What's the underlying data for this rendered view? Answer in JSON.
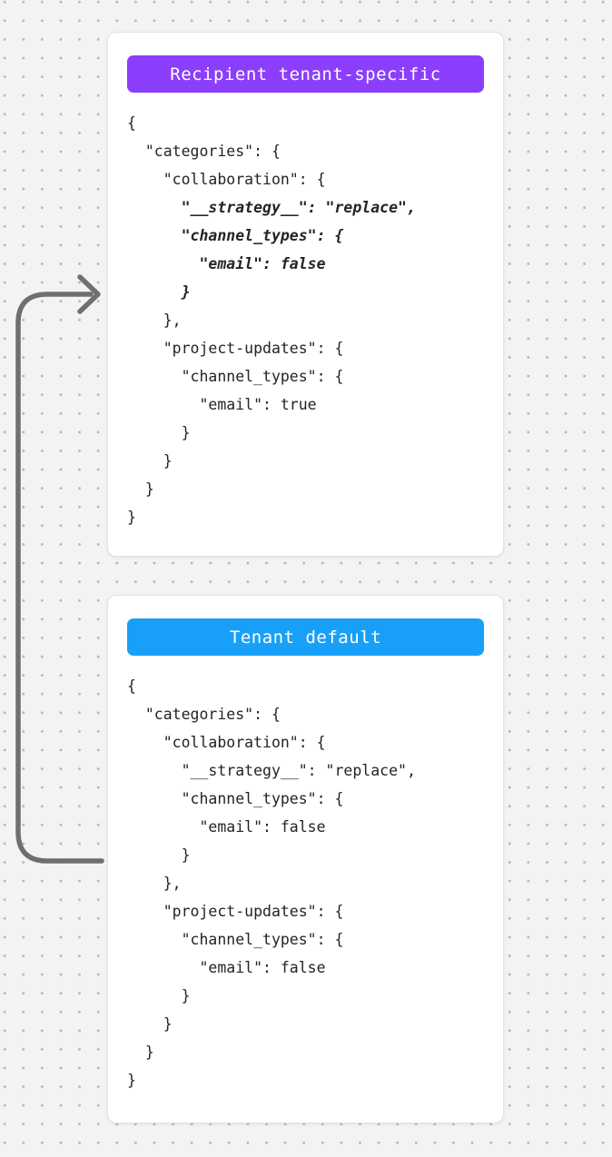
{
  "canvas": {
    "background_color": "#f3f3f3",
    "dot_color": "#b3b3b3"
  },
  "arrow": {
    "description": "curved arrow from tenant-default card pointing into recipient-tenant-specific card",
    "color": "#6f6f6f"
  },
  "cards": [
    {
      "badge": {
        "label": "Recipient tenant-specific",
        "background": "#8b3efc",
        "text_color": "#ffffff"
      },
      "code_lines": [
        {
          "text": "{",
          "emphasis": false
        },
        {
          "text": "  \"categories\": {",
          "emphasis": false
        },
        {
          "text": "    \"collaboration\": {",
          "emphasis": false
        },
        {
          "text": "      \"__strategy__\": \"replace\",",
          "emphasis": true
        },
        {
          "text": "      \"channel_types\": {",
          "emphasis": true
        },
        {
          "text": "        \"email\": false",
          "emphasis": true
        },
        {
          "text": "      }",
          "emphasis": true
        },
        {
          "text": "    },",
          "emphasis": false
        },
        {
          "text": "    \"project-updates\": {",
          "emphasis": false
        },
        {
          "text": "      \"channel_types\": {",
          "emphasis": false
        },
        {
          "text": "        \"email\": true",
          "emphasis": false
        },
        {
          "text": "      }",
          "emphasis": false
        },
        {
          "text": "    }",
          "emphasis": false
        },
        {
          "text": "  }",
          "emphasis": false
        },
        {
          "text": "}",
          "emphasis": false
        }
      ]
    },
    {
      "badge": {
        "label": "Tenant default",
        "background": "#18a0f8",
        "text_color": "#ffffff"
      },
      "code_lines": [
        {
          "text": "{",
          "emphasis": false
        },
        {
          "text": "  \"categories\": {",
          "emphasis": false
        },
        {
          "text": "    \"collaboration\": {",
          "emphasis": false
        },
        {
          "text": "      \"__strategy__\": \"replace\",",
          "emphasis": false
        },
        {
          "text": "      \"channel_types\": {",
          "emphasis": false
        },
        {
          "text": "        \"email\": false",
          "emphasis": false
        },
        {
          "text": "      }",
          "emphasis": false
        },
        {
          "text": "    },",
          "emphasis": false
        },
        {
          "text": "    \"project-updates\": {",
          "emphasis": false
        },
        {
          "text": "      \"channel_types\": {",
          "emphasis": false
        },
        {
          "text": "        \"email\": false",
          "emphasis": false
        },
        {
          "text": "      }",
          "emphasis": false
        },
        {
          "text": "    }",
          "emphasis": false
        },
        {
          "text": "  }",
          "emphasis": false
        },
        {
          "text": "}",
          "emphasis": false
        }
      ]
    }
  ]
}
